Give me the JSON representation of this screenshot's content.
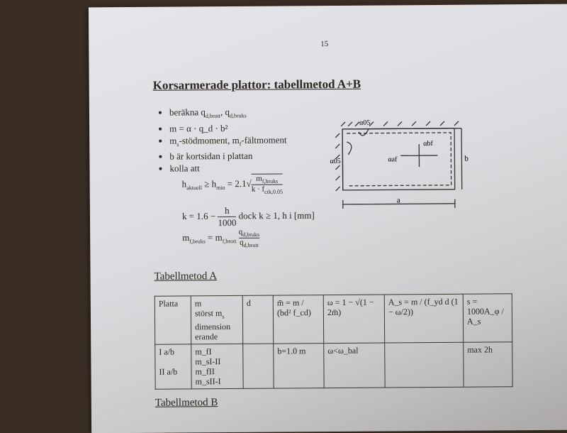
{
  "page_number": "15",
  "title": "Korsarmerade plattor: tabellmetod A+B",
  "bullets": [
    "beräkna q_d,brott, q_d,bruks",
    "m = α · q_d · b²",
    "m_s-stödmoment, m_f-fältmoment",
    "b är kortsidan i plattan",
    "kolla att"
  ],
  "formulas": {
    "hmin": "h_aktuell ≥ h_min = 2.1 √(m_f,bruks / (k · f_ctk,0.05))",
    "k": "k = 1.6 − h/1000  dock k ≥ 1,  h i [mm]",
    "mbruks": "m_f,bruks = m_f,brott · q_d,bruks / q_d,brott"
  },
  "diagram": {
    "alpha_s": "α05",
    "alpha_bf": "αbf",
    "alpha_af": "αaf",
    "side_b": "b",
    "side_a": "a"
  },
  "section_a": "Tabellmetod A",
  "section_b": "Tabellmetod B",
  "table": {
    "headers": [
      "Platta",
      "m störst m_s dimensionerande",
      "d",
      "m̄ = m / (bd² f_cd)",
      "ω = 1 − √(1 − 2m̄)",
      "A_s = m / (f_yd d (1 − ω/2))",
      "s = 1000A_φ / A_s"
    ],
    "rows": [
      [
        "I a/b",
        "m_fI",
        "",
        "b=1.0 m",
        "ω<ω_bal",
        "",
        "max 2h"
      ],
      [
        "",
        "m_sI-II",
        "",
        "",
        "",
        "",
        ""
      ],
      [
        "II a/b",
        "m_fII",
        "",
        "",
        "",
        "",
        ""
      ],
      [
        "",
        "m_sII-I",
        "",
        "",
        "",
        "",
        ""
      ]
    ]
  }
}
